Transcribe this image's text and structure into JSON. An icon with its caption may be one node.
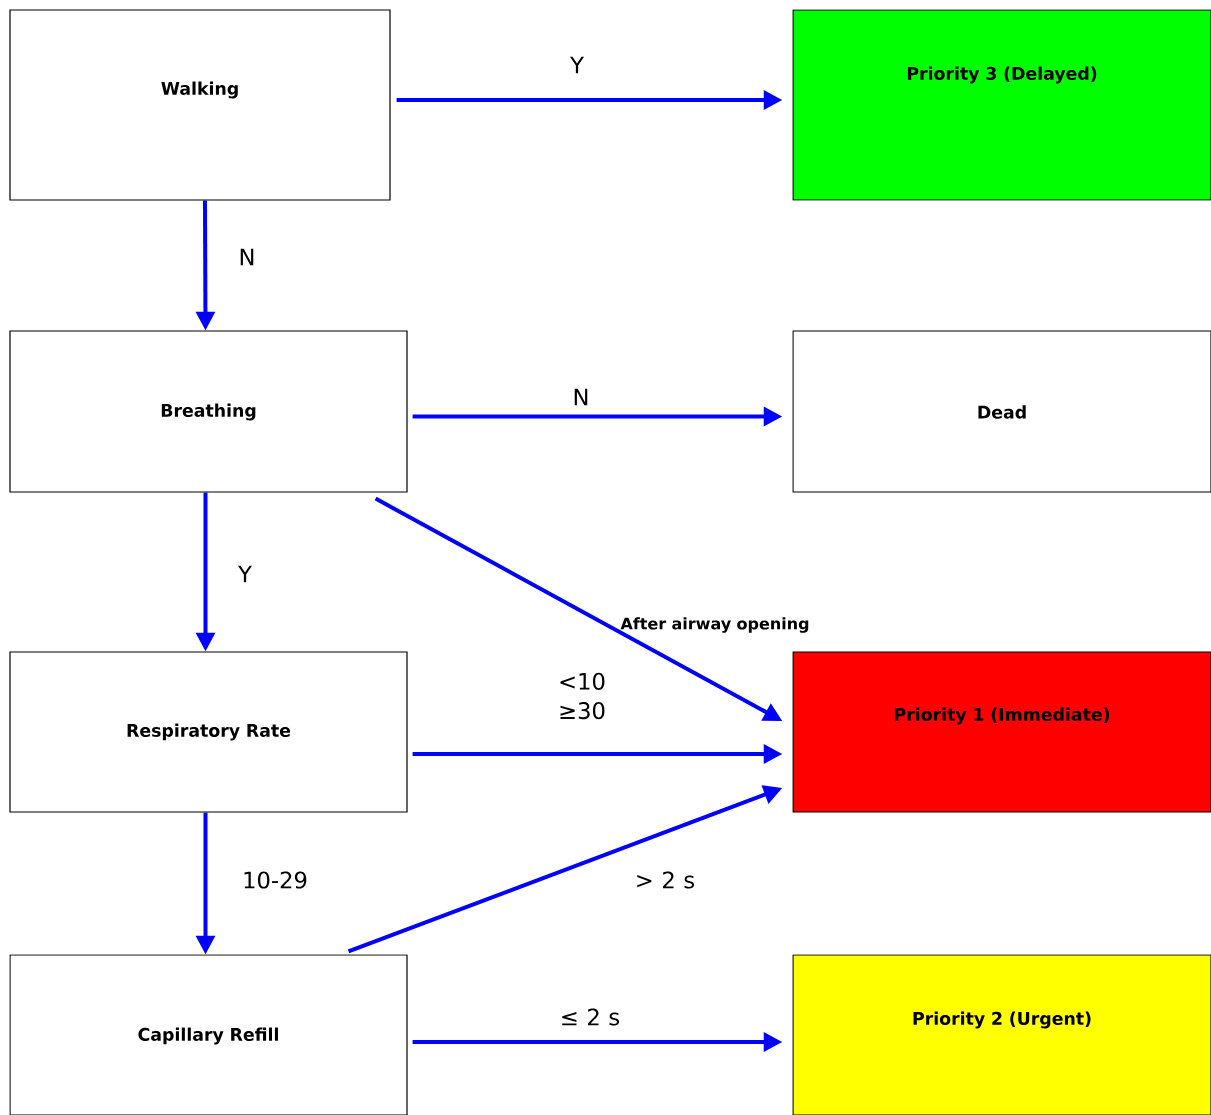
{
  "diagram": {
    "nodes": [
      {
        "text": [
          "Walking"
        ]
      },
      {
        "text": [
          "Priority 3 (Delayed)"
        ]
      },
      {
        "text": [
          "Breathing"
        ]
      },
      {
        "text": [
          "Dead"
        ]
      },
      {
        "text": [
          "Respiratory Rate"
        ]
      },
      {
        "text": [
          "Priority 1 (Immediate)"
        ]
      },
      {
        "text": [
          "Capillary Refill"
        ]
      },
      {
        "text": [
          "Priority 2 (Urgent)"
        ]
      }
    ],
    "edges": [
      {
        "from": 0,
        "to": 1,
        "arrow": "to",
        "label": "Y"
      },
      {
        "from": 0,
        "to": 2,
        "arrow": "to",
        "label": "N"
      },
      {
        "from": 2,
        "to": 3,
        "arrow": "to",
        "label": "N"
      },
      {
        "from": 2,
        "to": 4,
        "arrow": "to",
        "label": "Y"
      },
      {
        "from": 2,
        "to": 5,
        "arrow": "to",
        "label": "After airway opening"
      },
      {
        "from": 4,
        "to": 5,
        "arrow": "to",
        "label": "<10 ≥30"
      },
      {
        "from": 4,
        "to": 6,
        "arrow": "to",
        "label": "10-29"
      },
      {
        "from": 6,
        "to": 5,
        "arrow": "to",
        "label": "> 2 s"
      },
      {
        "from": 6,
        "to": 7,
        "arrow": "to",
        "label": "≤ 2 s"
      }
    ]
  }
}
